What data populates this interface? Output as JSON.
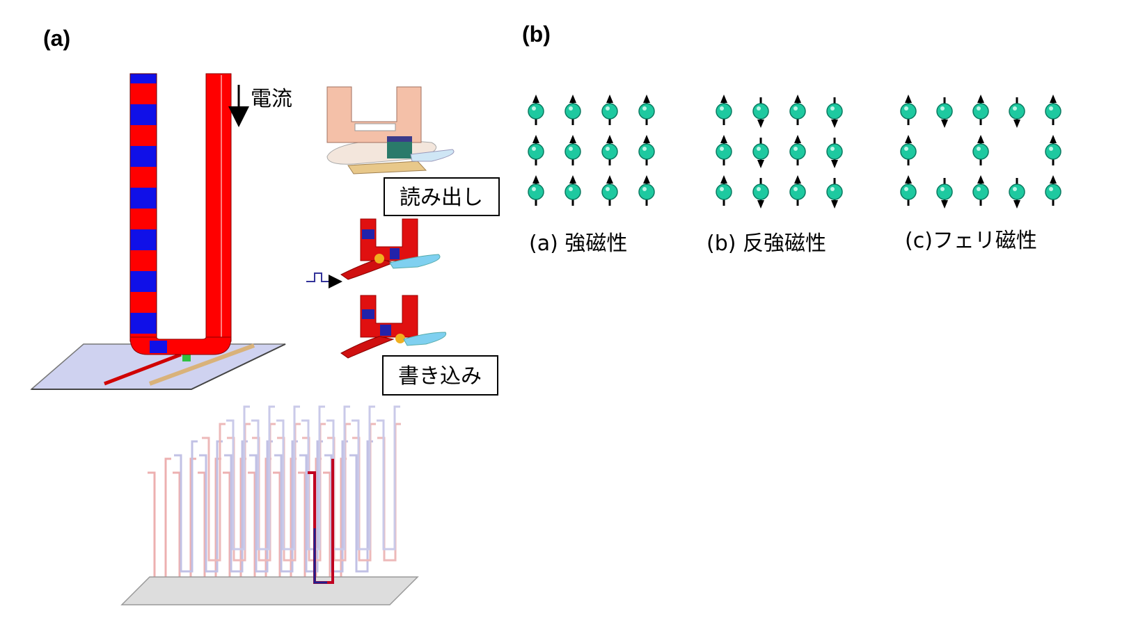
{
  "panel_a": {
    "label": "(a)",
    "current_label": "電流",
    "read_label": "読み出し",
    "write_label": "書き込み"
  },
  "panel_b": {
    "label": "(b)",
    "spin_color": "#1ec9a0",
    "groups": [
      {
        "caption": "(a) 強磁性",
        "columns": [
          [
            "up",
            "up",
            "up"
          ],
          [
            "up",
            "up",
            "up"
          ],
          [
            "up",
            "up",
            "up"
          ],
          [
            "up",
            "up",
            "up"
          ]
        ]
      },
      {
        "caption": "(b) 反強磁性",
        "columns": [
          [
            "up",
            "up",
            "up"
          ],
          [
            "down",
            "down",
            "down"
          ],
          [
            "up",
            "up",
            "up"
          ],
          [
            "down",
            "down",
            "down"
          ]
        ]
      },
      {
        "caption": "(c)フェリ磁性",
        "columns": [
          [
            "up",
            "up",
            "up"
          ],
          [
            "down",
            "none",
            "down"
          ],
          [
            "up",
            "up",
            "up"
          ],
          [
            "down",
            "none",
            "down"
          ],
          [
            "up",
            "up",
            "up"
          ]
        ]
      }
    ]
  },
  "colors": {
    "track_red": "#ff0000",
    "track_blue": "#1010e8",
    "substrate": "#cfd2f0"
  }
}
